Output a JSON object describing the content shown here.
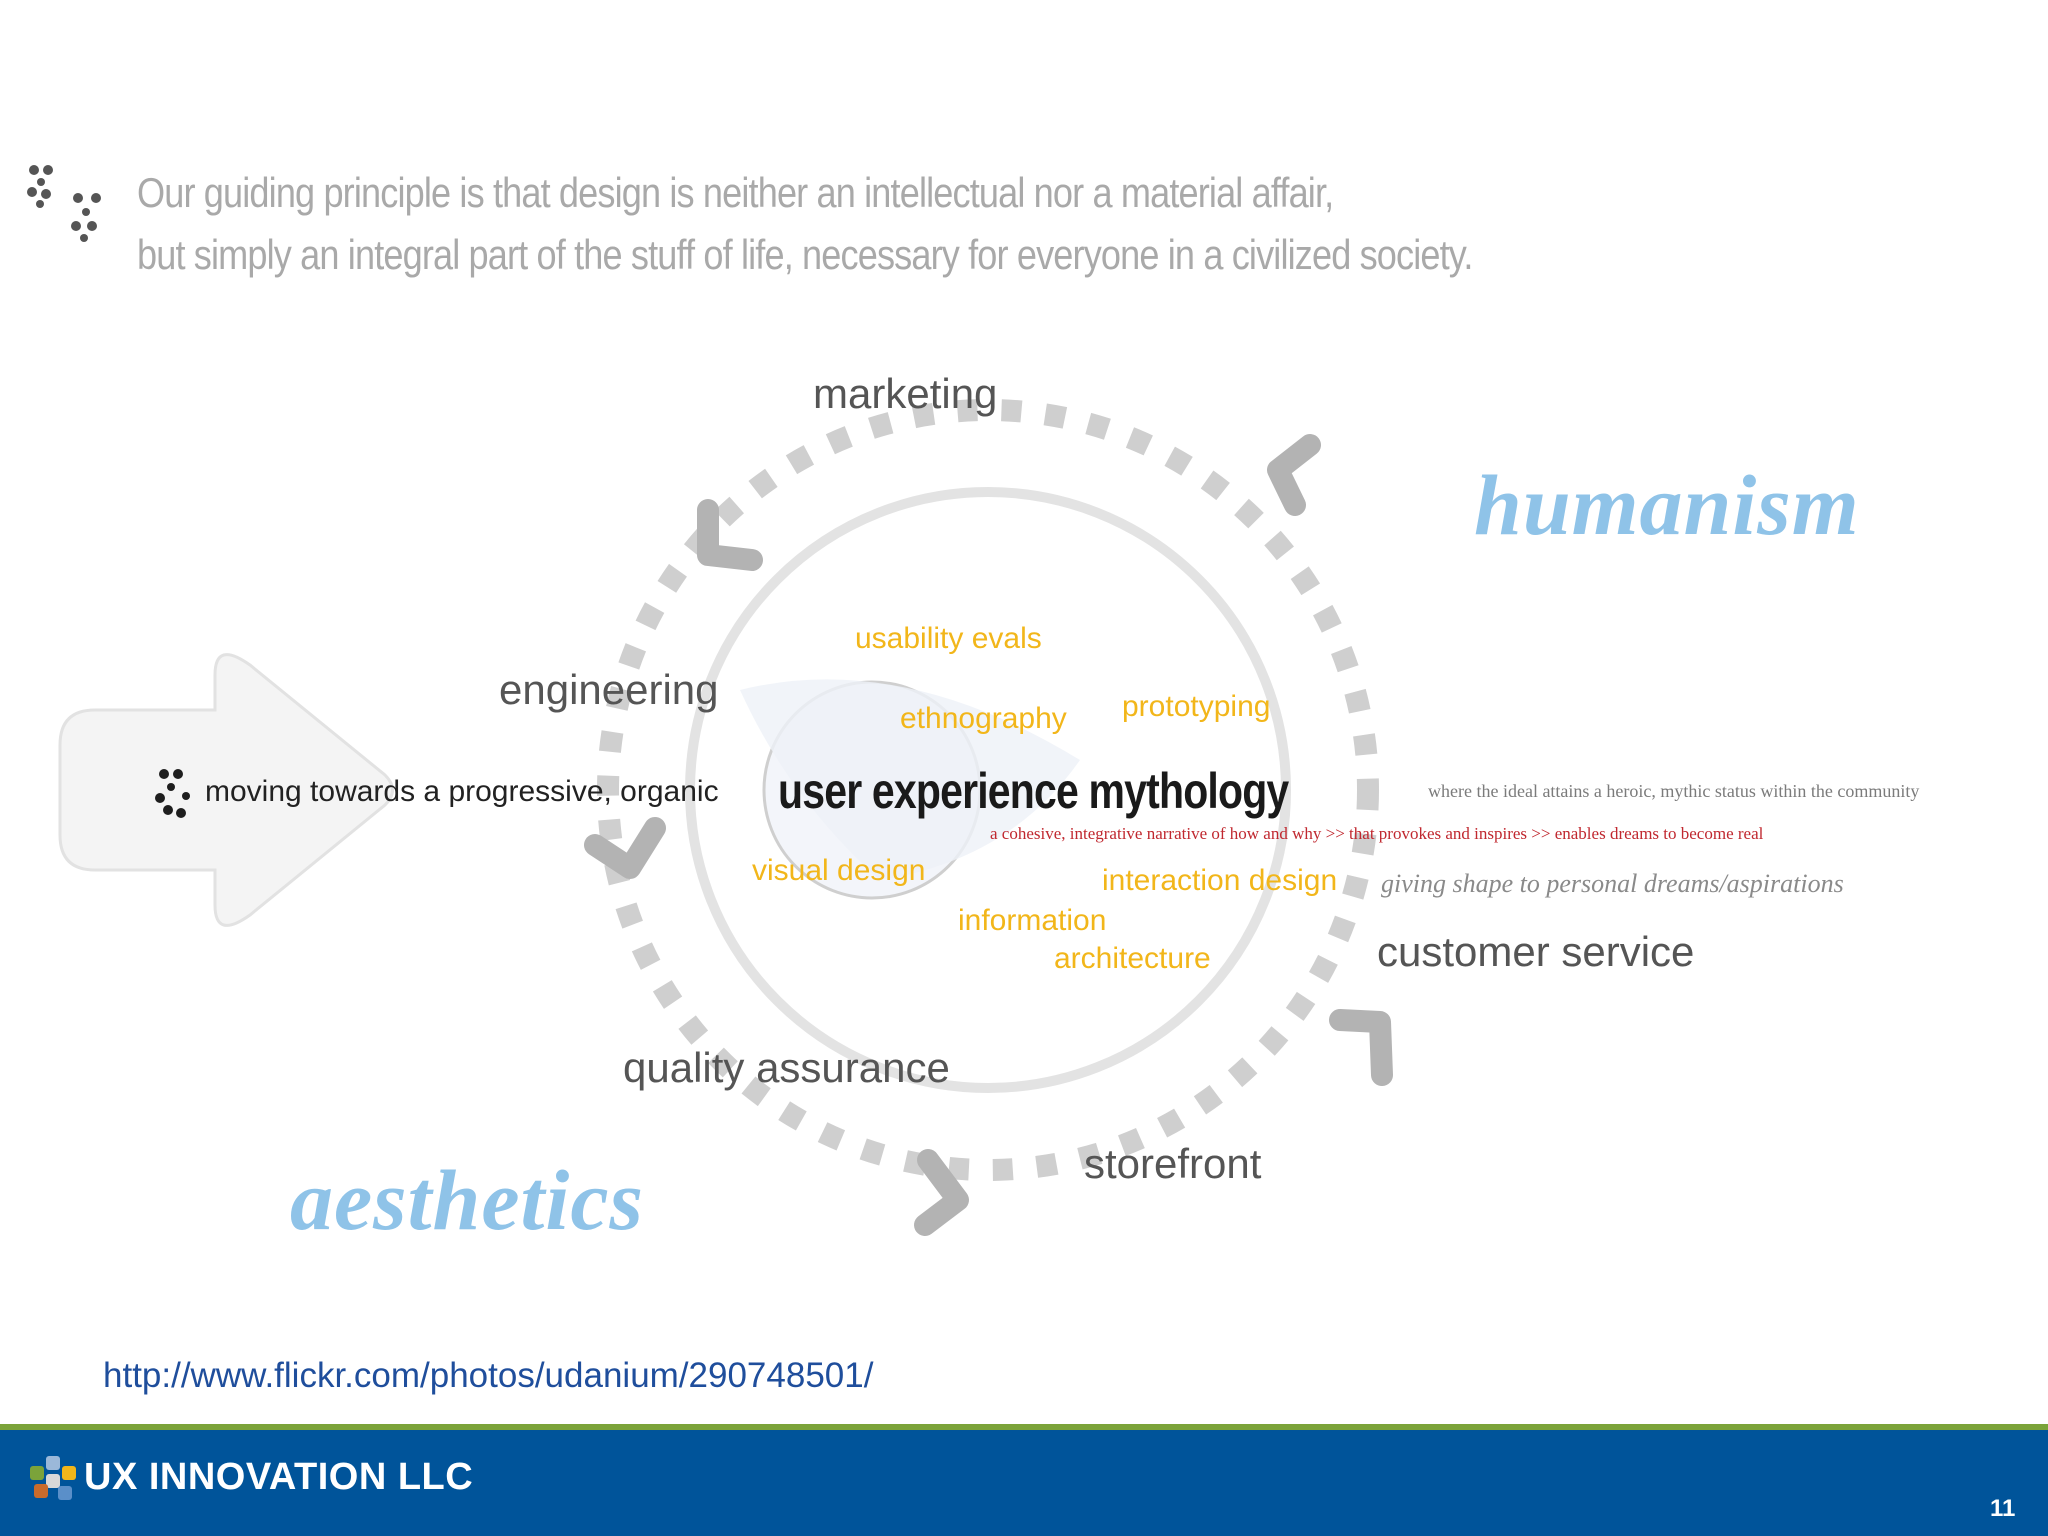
{
  "quote": {
    "line1": "Our guiding principle is that design is neither an intellectual nor a material affair,",
    "line2": "but simply an integral part of the stuff of life, necessary for everyone in a civilized society."
  },
  "diagram": {
    "outer_labels": {
      "marketing": "marketing",
      "engineering": "engineering",
      "customer_service": "customer service",
      "quality_assurance": "quality assurance",
      "storefront": "storefront"
    },
    "inner_labels": {
      "usability_evals": "usability evals",
      "ethnography": "ethnography",
      "prototyping": "prototyping",
      "visual_design": "visual design",
      "interaction_design": "interaction design",
      "information": "information",
      "architecture": "architecture"
    },
    "center_title": "user experience mythology",
    "moving_text": "moving towards a progressive, organic",
    "right_note": "where the ideal attains a heroic, mythic status within the community",
    "red_note": "a cohesive, integrative narrative of how and why >> that provokes and inspires >> enables dreams to become real",
    "giving_shape": "giving shape to personal dreams/aspirations",
    "humanism": "humanism",
    "aesthetics": "aesthetics"
  },
  "source_url": "http://www.flickr.com/photos/udanium/290748501/",
  "footer": {
    "brand": "UX INNOVATION LLC",
    "page_number": "11"
  },
  "colors": {
    "footer_bg": "#00549a",
    "footer_accent": "#7ba33a",
    "inner_label": "#f2b61a",
    "big_word": "#8fc3e8",
    "url": "#1f4e9c"
  }
}
